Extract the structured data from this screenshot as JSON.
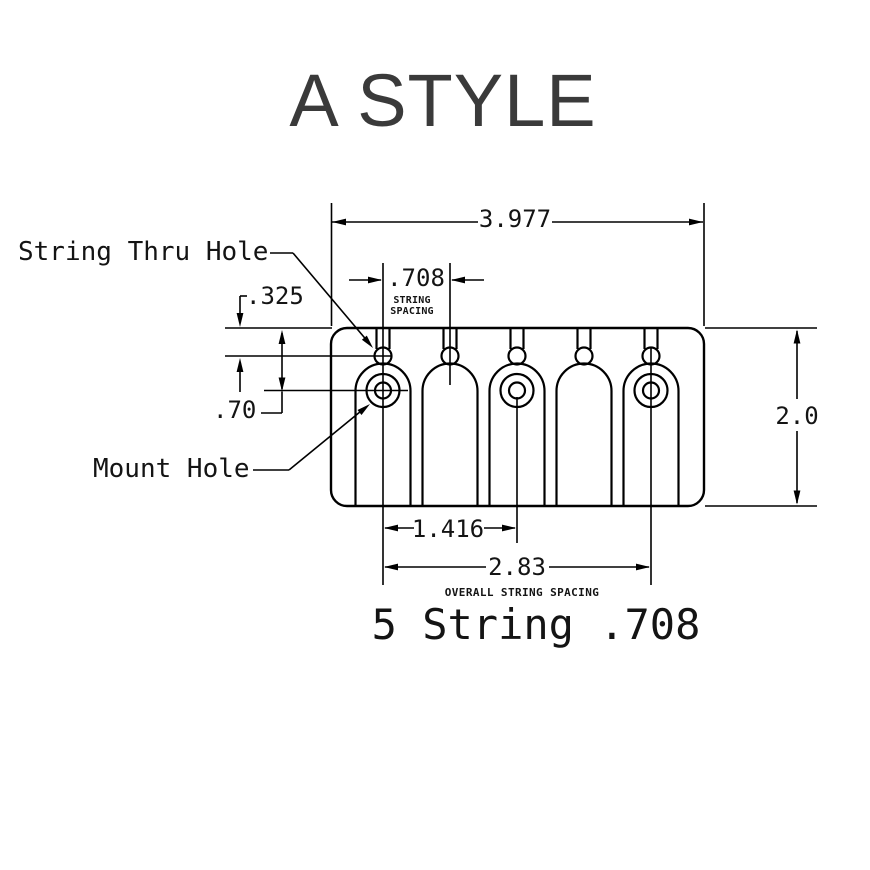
{
  "title": "A STYLE",
  "labels": {
    "string_thru_hole": "String Thru Hole",
    "mount_hole": "Mount Hole"
  },
  "dimensions": {
    "overall_width": "3.977",
    "string_spacing": ".708",
    "string_spacing_note_line1": "STRING",
    "string_spacing_note_line2": "SPACING",
    "edge_to_string_hole": ".325",
    "edge_to_mount_hole": ".70",
    "plate_height": "2.0",
    "half_string_span": "1.416",
    "overall_string_span": "2.83",
    "overall_span_note": "OVERALL STRING SPACING"
  },
  "caption": "5 String .708",
  "colors": {
    "line": "#000000",
    "text": "#141414",
    "title": "#3a3a3a",
    "background": "#ffffff"
  }
}
